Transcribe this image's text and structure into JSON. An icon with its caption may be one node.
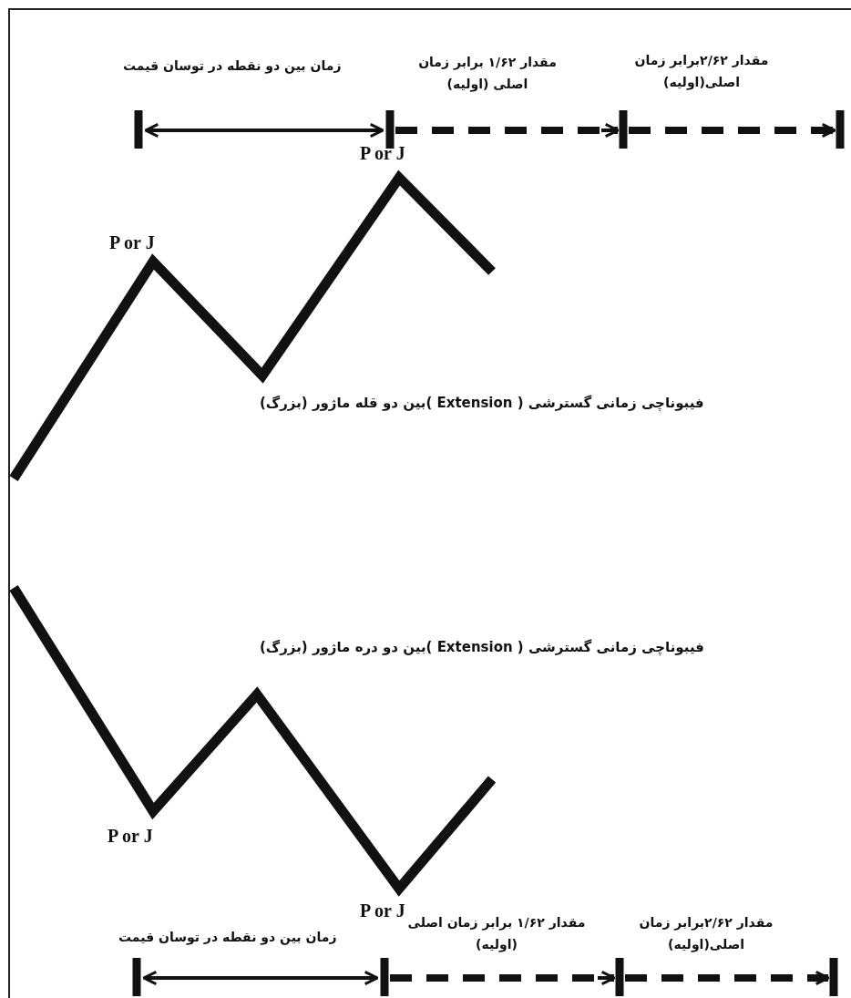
{
  "diagram": {
    "labels": [
      "زمان بین دو نقطه در توسان قیمت",
      "مقدار ۱/۶۲ برابر زمان اصلی (اولیه)",
      "مقدار ۲/۶۲برابر زمان اصلی(اولیه)",
      "P or J",
      "P or J",
      "فیبوناچی زمانی گسترشی ( Extension )بین دو قله ماژور (بزرگ)",
      "فیبوناچی زمانی گسترشی ( Extension )بین دو دره ماژور (بزرگ)",
      "P or J",
      "P or J",
      "زمان بین دو نقطه در توسان قیمت",
      "مقدار ۱/۶۲ برابر زمان اصلی (اولیه)",
      "مقدار ۲/۶۲برابر زمان اصلی(اولیه)"
    ]
  }
}
